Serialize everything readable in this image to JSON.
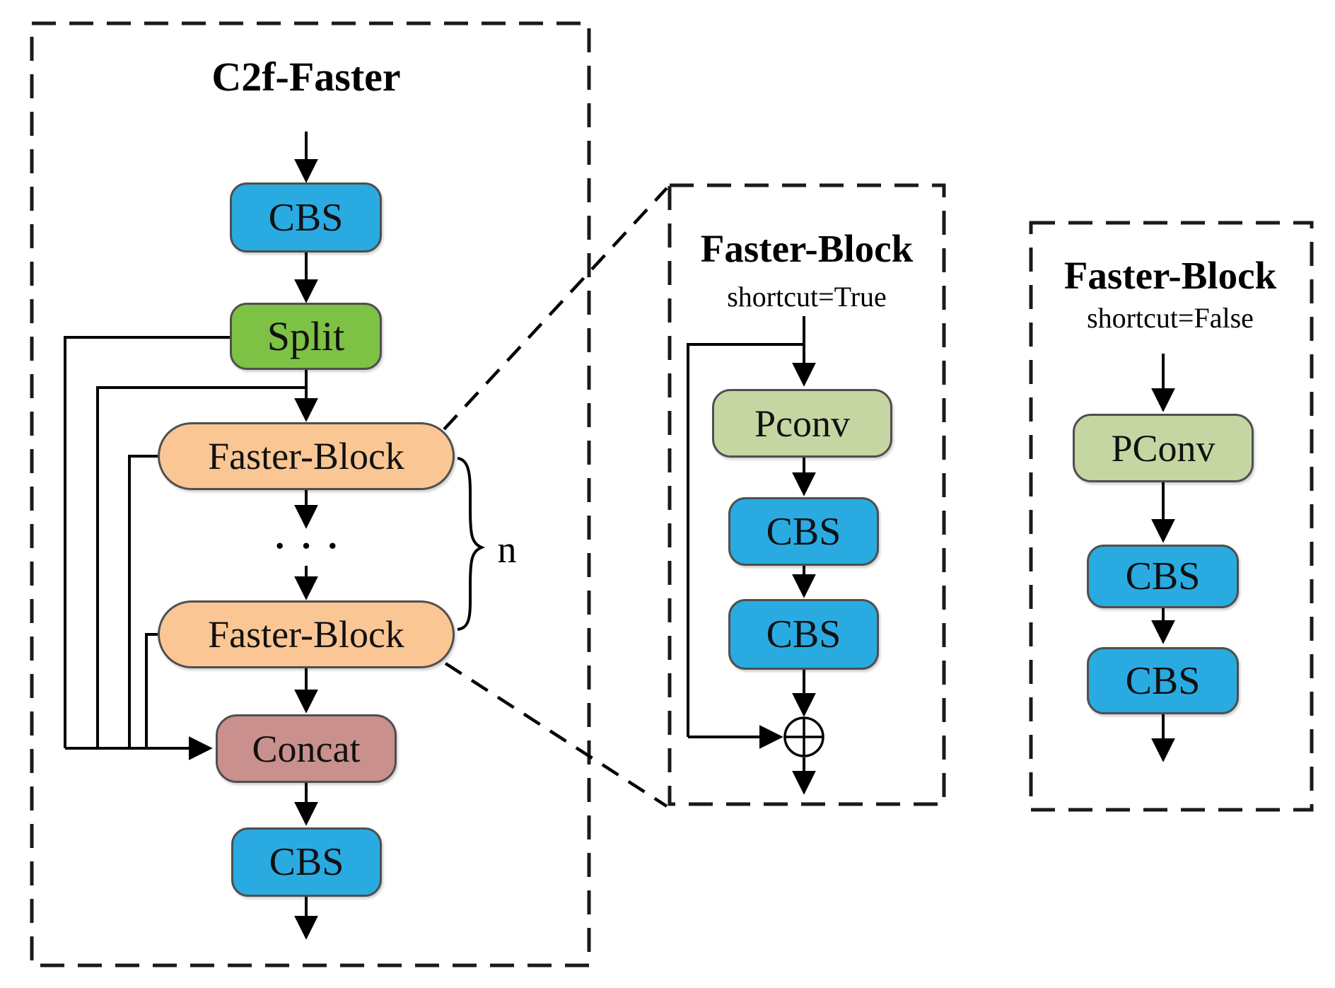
{
  "figure": {
    "type": "architecture-diagram",
    "description": "C2f-Faster module structure with Faster-Block variants"
  },
  "panels": {
    "c2f": {
      "title": "C2f-Faster",
      "cbs_top": "CBS",
      "split": "Split",
      "faster_block_1": "Faster-Block",
      "dots": "···",
      "faster_block_2": "Faster-Block",
      "concat": "Concat",
      "cbs_bottom": "CBS",
      "repeat_label": "n"
    },
    "fb_shortcut_true": {
      "title": "Faster-Block",
      "subtitle": "shortcut=True",
      "pconv": "Pconv",
      "cbs_1": "CBS",
      "cbs_2": "CBS",
      "add_symbol": "circle-plus"
    },
    "fb_shortcut_false": {
      "title": "Faster-Block",
      "subtitle": "shortcut=False",
      "pconv": "PConv",
      "cbs_1": "CBS",
      "cbs_2": "CBS"
    }
  },
  "colors": {
    "cbs_blue": "#29abe2",
    "split_green": "#7ec245",
    "faster_block_peach": "#f9c694",
    "concat_rose": "#c9908d",
    "pconv_sage": "#c5d6a2",
    "line_black": "#000000",
    "box_border_gray": "#4f4f4f"
  }
}
